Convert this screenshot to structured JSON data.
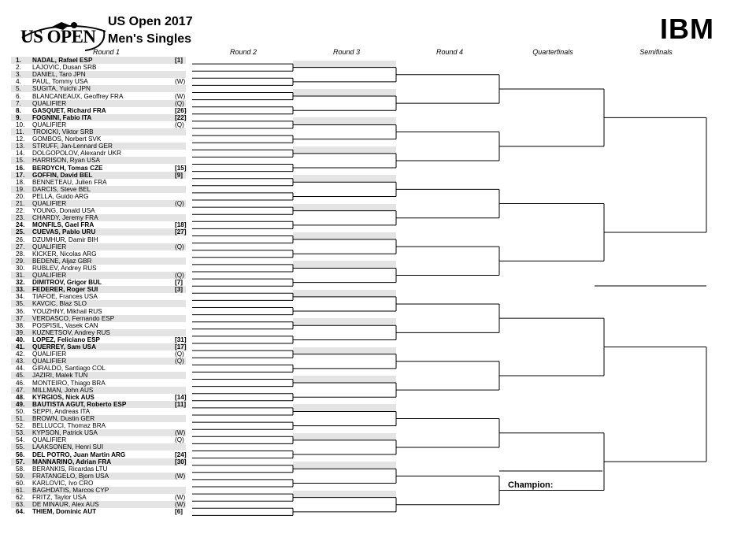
{
  "header": {
    "logo_text": "US OPEN",
    "title_line1": "US Open 2017",
    "title_line2": "Men's Singles",
    "sponsor": "IBM"
  },
  "rounds": [
    "Round 1",
    "Round 2",
    "Round 3",
    "Round 4",
    "Quarterfinals",
    "Semifinals"
  ],
  "champion_label": "Champion:",
  "players": [
    {
      "num": "1.",
      "name": "NADAL, Rafael ESP",
      "seed": "[1]",
      "seeded": true
    },
    {
      "num": "2.",
      "name": "LAJOVIC, Dusan SRB",
      "seed": "",
      "seeded": false
    },
    {
      "num": "3.",
      "name": "DANIEL, Taro JPN",
      "seed": "",
      "seeded": false
    },
    {
      "num": "4.",
      "name": "PAUL, Tommy USA",
      "seed": "(W)",
      "seeded": false
    },
    {
      "num": "5.",
      "name": "SUGITA, Yuichi JPN",
      "seed": "",
      "seeded": false
    },
    {
      "num": "6.",
      "name": "BLANCANEAUX, Geoffrey FRA",
      "seed": "(W)",
      "seeded": false
    },
    {
      "num": "7.",
      "name": "QUALIFIER",
      "seed": "(Q)",
      "seeded": false
    },
    {
      "num": "8.",
      "name": "GASQUET, Richard FRA",
      "seed": "[26]",
      "seeded": true
    },
    {
      "num": "9.",
      "name": "FOGNINI, Fabio ITA",
      "seed": "[22]",
      "seeded": true
    },
    {
      "num": "10.",
      "name": "QUALIFIER",
      "seed": "(Q)",
      "seeded": false
    },
    {
      "num": "11.",
      "name": "TROICKI, Viktor SRB",
      "seed": "",
      "seeded": false
    },
    {
      "num": "12.",
      "name": "GOMBOS, Norbert SVK",
      "seed": "",
      "seeded": false
    },
    {
      "num": "13.",
      "name": "STRUFF, Jan-Lennard GER",
      "seed": "",
      "seeded": false
    },
    {
      "num": "14.",
      "name": "DOLGOPOLOV, Alexandr UKR",
      "seed": "",
      "seeded": false
    },
    {
      "num": "15.",
      "name": "HARRISON, Ryan USA",
      "seed": "",
      "seeded": false
    },
    {
      "num": "16.",
      "name": "BERDYCH, Tomas CZE",
      "seed": "[15]",
      "seeded": true
    },
    {
      "num": "17.",
      "name": "GOFFIN, David BEL",
      "seed": "[9]",
      "seeded": true
    },
    {
      "num": "18.",
      "name": "BENNETEAU, Julien FRA",
      "seed": "",
      "seeded": false
    },
    {
      "num": "19.",
      "name": "DARCIS, Steve BEL",
      "seed": "",
      "seeded": false
    },
    {
      "num": "20.",
      "name": "PELLA, Guido ARG",
      "seed": "",
      "seeded": false
    },
    {
      "num": "21.",
      "name": "QUALIFIER",
      "seed": "(Q)",
      "seeded": false
    },
    {
      "num": "22.",
      "name": "YOUNG, Donald USA",
      "seed": "",
      "seeded": false
    },
    {
      "num": "23.",
      "name": "CHARDY, Jeremy FRA",
      "seed": "",
      "seeded": false
    },
    {
      "num": "24.",
      "name": "MONFILS, Gael FRA",
      "seed": "[18]",
      "seeded": true
    },
    {
      "num": "25.",
      "name": "CUEVAS, Pablo URU",
      "seed": "[27]",
      "seeded": true
    },
    {
      "num": "26.",
      "name": "DZUMHUR, Damir BIH",
      "seed": "",
      "seeded": false
    },
    {
      "num": "27.",
      "name": "QUALIFIER",
      "seed": "(Q)",
      "seeded": false
    },
    {
      "num": "28.",
      "name": "KICKER, Nicolas ARG",
      "seed": "",
      "seeded": false
    },
    {
      "num": "29.",
      "name": "BEDENE, Aljaz GBR",
      "seed": "",
      "seeded": false
    },
    {
      "num": "30.",
      "name": "RUBLEV, Andrey RUS",
      "seed": "",
      "seeded": false
    },
    {
      "num": "31.",
      "name": "QUALIFIER",
      "seed": "(Q)",
      "seeded": false
    },
    {
      "num": "32.",
      "name": "DIMITROV, Grigor BUL",
      "seed": "[7]",
      "seeded": true
    },
    {
      "num": "33.",
      "name": "FEDERER, Roger SUI",
      "seed": "[3]",
      "seeded": true
    },
    {
      "num": "34.",
      "name": "TIAFOE, Frances USA",
      "seed": "",
      "seeded": false
    },
    {
      "num": "35.",
      "name": "KAVCIC, Blaz SLO",
      "seed": "",
      "seeded": false
    },
    {
      "num": "36.",
      "name": "YOUZHNY, Mikhail RUS",
      "seed": "",
      "seeded": false
    },
    {
      "num": "37.",
      "name": "VERDASCO, Fernando ESP",
      "seed": "",
      "seeded": false
    },
    {
      "num": "38.",
      "name": "POSPISIL, Vasek CAN",
      "seed": "",
      "seeded": false
    },
    {
      "num": "39.",
      "name": "KUZNETSOV, Andrey RUS",
      "seed": "",
      "seeded": false
    },
    {
      "num": "40.",
      "name": "LOPEZ, Feliciano ESP",
      "seed": "[31]",
      "seeded": true
    },
    {
      "num": "41.",
      "name": "QUERREY, Sam USA",
      "seed": "[17]",
      "seeded": true
    },
    {
      "num": "42.",
      "name": "QUALIFIER",
      "seed": "(Q)",
      "seeded": false
    },
    {
      "num": "43.",
      "name": "QUALIFIER",
      "seed": "(Q)",
      "seeded": false
    },
    {
      "num": "44.",
      "name": "GIRALDO, Santiago COL",
      "seed": "",
      "seeded": false
    },
    {
      "num": "45.",
      "name": "JAZIRI, Malek TUN",
      "seed": "",
      "seeded": false
    },
    {
      "num": "46.",
      "name": "MONTEIRO, Thiago BRA",
      "seed": "",
      "seeded": false
    },
    {
      "num": "47.",
      "name": "MILLMAN, John AUS",
      "seed": "",
      "seeded": false
    },
    {
      "num": "48.",
      "name": "KYRGIOS, Nick AUS",
      "seed": "[14]",
      "seeded": true
    },
    {
      "num": "49.",
      "name": "BAUTISTA AGUT, Roberto ESP",
      "seed": "[11]",
      "seeded": true
    },
    {
      "num": "50.",
      "name": "SEPPI, Andreas ITA",
      "seed": "",
      "seeded": false
    },
    {
      "num": "51.",
      "name": "BROWN, Dustin GER",
      "seed": "",
      "seeded": false
    },
    {
      "num": "52.",
      "name": "BELLUCCI, Thomaz BRA",
      "seed": "",
      "seeded": false
    },
    {
      "num": "53.",
      "name": "KYPSON, Patrick USA",
      "seed": "(W)",
      "seeded": false
    },
    {
      "num": "54.",
      "name": "QUALIFIER",
      "seed": "(Q)",
      "seeded": false
    },
    {
      "num": "55.",
      "name": "LAAKSONEN, Henri SUI",
      "seed": "",
      "seeded": false
    },
    {
      "num": "56.",
      "name": "DEL POTRO, Juan Martin ARG",
      "seed": "[24]",
      "seeded": true
    },
    {
      "num": "57.",
      "name": "MANNARINO, Adrian FRA",
      "seed": "[30]",
      "seeded": true
    },
    {
      "num": "58.",
      "name": "BERANKIS, Ricardas LTU",
      "seed": "",
      "seeded": false
    },
    {
      "num": "59.",
      "name": "FRATANGELO, Bjorn USA",
      "seed": "(W)",
      "seeded": false
    },
    {
      "num": "60.",
      "name": "KARLOVIC, Ivo CRO",
      "seed": "",
      "seeded": false
    },
    {
      "num": "61.",
      "name": "BAGHDATIS, Marcos CYP",
      "seed": "",
      "seeded": false
    },
    {
      "num": "62.",
      "name": "FRITZ, Taylor USA",
      "seed": "(W)",
      "seeded": false
    },
    {
      "num": "63.",
      "name": "DE MINAUR, Alex AUS",
      "seed": "(W)",
      "seeded": false
    },
    {
      "num": "64.",
      "name": "THIEM, Dominic AUT",
      "seed": "[6]",
      "seeded": true
    }
  ]
}
